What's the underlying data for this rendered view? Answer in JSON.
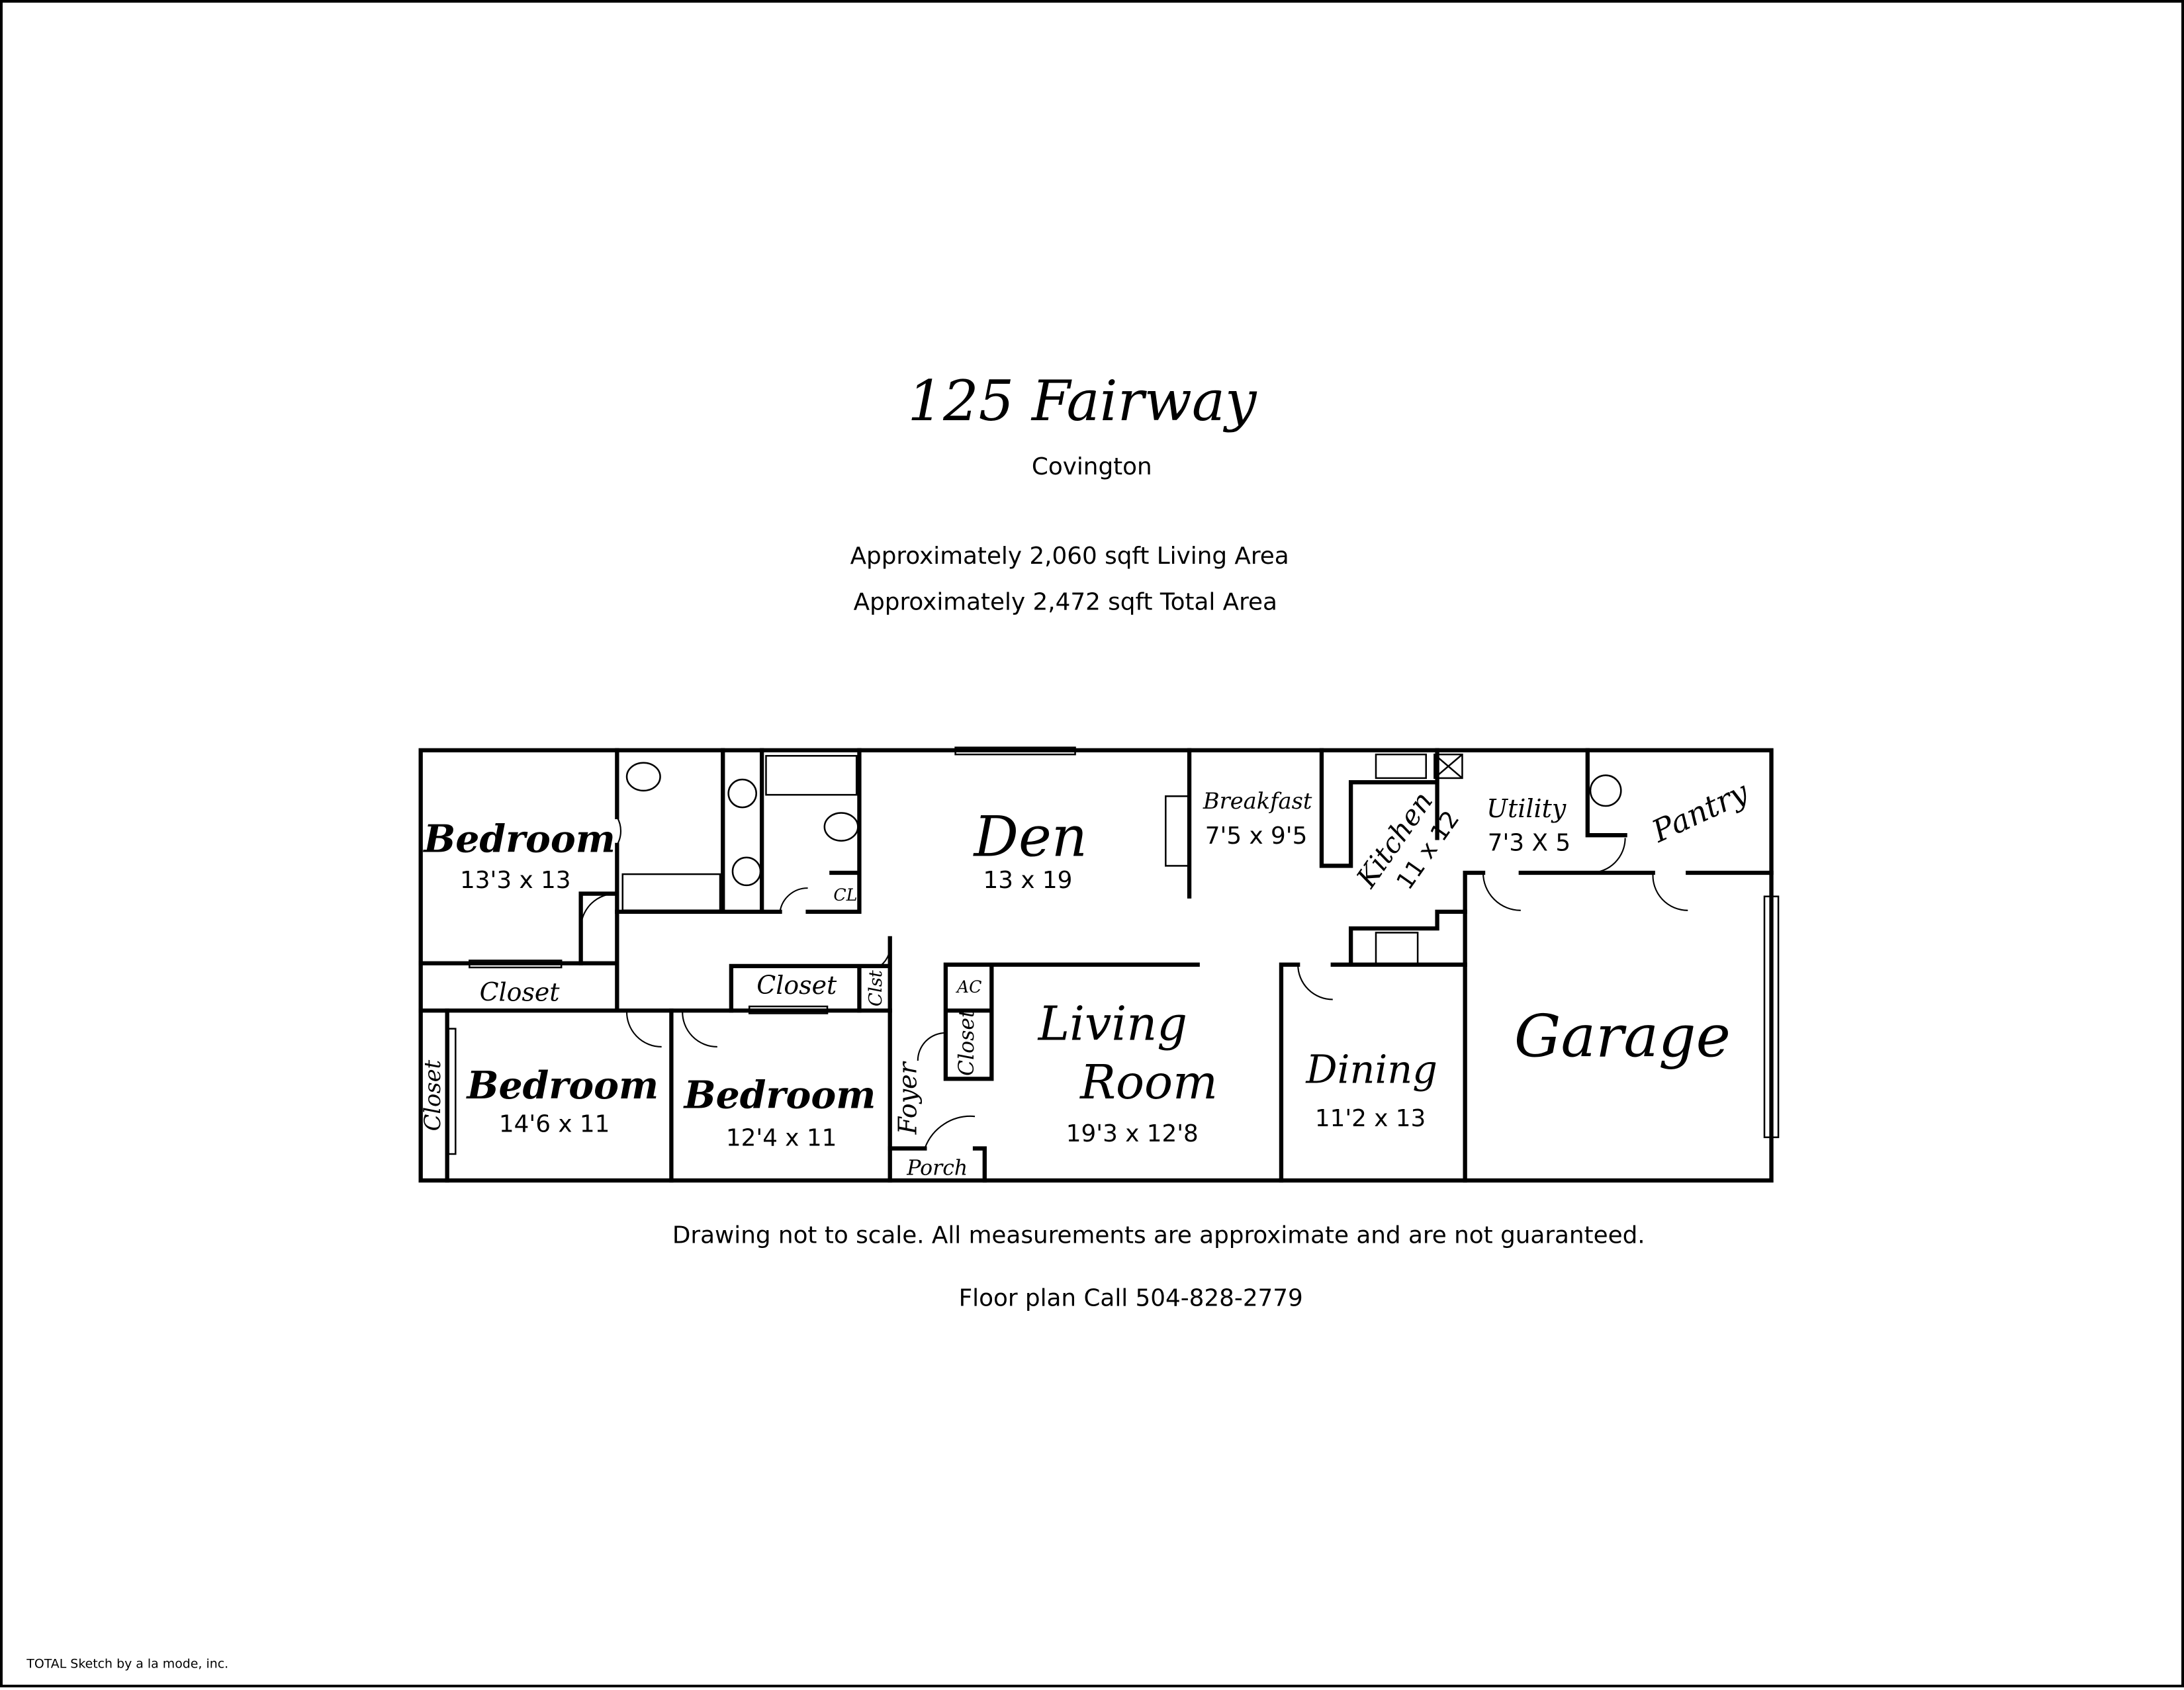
{
  "header": {
    "title": "125 Fairway",
    "city": "Covington",
    "living_area": "Approximately 2,060 sqft Living Area",
    "total_area": "Approximately 2,472 sqft Total Area"
  },
  "rooms": {
    "bedroom1": {
      "label": "Bedroom",
      "dims": "13'3 x 13"
    },
    "den": {
      "label": "Den",
      "dims": "13 x 19"
    },
    "breakfast": {
      "label": "Breakfast",
      "dims": "7'5 x 9'5"
    },
    "kitchen": {
      "label": "Kitchen",
      "dims": "11 x 12"
    },
    "utility": {
      "label": "Utility",
      "dims": "7'3 X 5"
    },
    "pantry": {
      "label": "Pantry"
    },
    "closet1": {
      "label": "Closet"
    },
    "closet2": {
      "label": "Closet"
    },
    "closet3": {
      "label": "Closet"
    },
    "closet4": {
      "label": "Closet"
    },
    "clst": {
      "label": "Clst"
    },
    "cl": {
      "label": "CL"
    },
    "ac": {
      "label": "AC"
    },
    "bedroom2": {
      "label": "Bedroom",
      "dims": "14'6 x 11"
    },
    "bedroom3": {
      "label": "Bedroom",
      "dims": "12'4 x 11"
    },
    "foyer": {
      "label": "Foyer"
    },
    "porch": {
      "label": "Porch"
    },
    "living": {
      "label1": "Living",
      "label2": "Room",
      "dims": "19'3 x 12'8"
    },
    "dining": {
      "label": "Dining",
      "dims": "11'2 x 13"
    },
    "garage": {
      "label": "Garage"
    }
  },
  "footer": {
    "disclaimer": "Drawing not to scale. All measurements are approximate and are not guaranteed.",
    "contact": "Floor plan Call 504-828-2779",
    "credit": "TOTAL Sketch by a la mode, inc."
  }
}
